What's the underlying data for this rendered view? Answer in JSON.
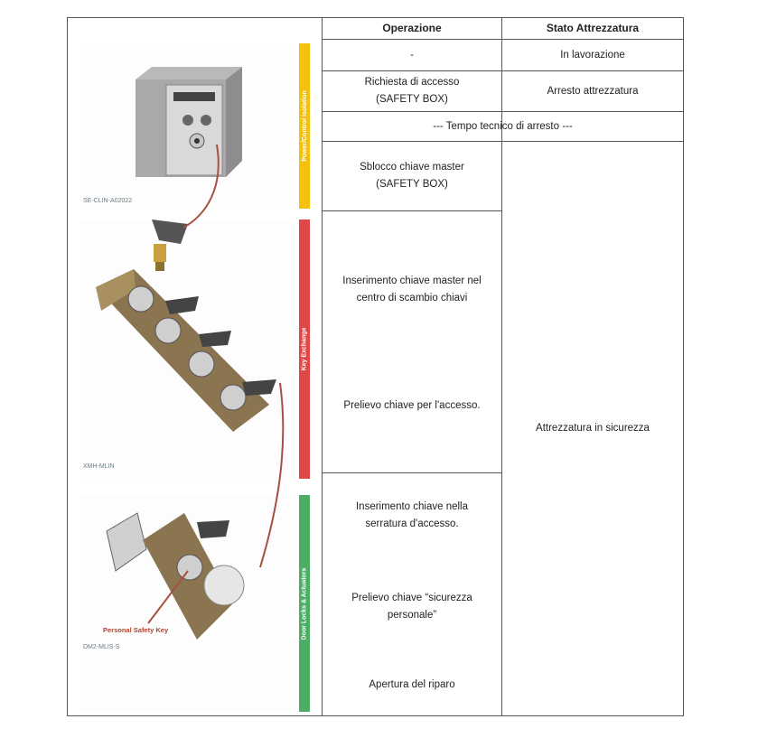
{
  "table": {
    "headers": {
      "operation": "Operazione",
      "state": "Stato Attrezzatura"
    },
    "rows": [
      {
        "operation": "-",
        "state": "In lavorazione"
      },
      {
        "operation_line1": "Richiesta di accesso",
        "operation_line2": "(SAFETY BOX)",
        "state": "Arresto attrezzatura"
      },
      {
        "full": "--- Tempo tecnico di arresto ---"
      },
      {
        "operation_line1": "Sblocco chiave master",
        "operation_line2": "(SAFETY BOX)"
      },
      {
        "operation_a_line1": "Inserimento chiave master nel",
        "operation_a_line2": "centro di scambio chiavi",
        "operation_b": "Prelievo chiave per l'accesso."
      },
      {
        "operation_a_line1": "Inserimento chiave nella",
        "operation_a_line2": "serratura d'accesso.",
        "operation_b_line1": "Prelievo chiave “sicurezza",
        "operation_b_line2": "personale”",
        "operation_c": "Apertura del riparo"
      }
    ],
    "merged_state": "Attrezzatura in sicurezza"
  },
  "figures": {
    "bars": [
      {
        "label": "Power/Control Isolation",
        "color": "#f4c20d"
      },
      {
        "label": "Key Exchange",
        "color": "#e04848"
      },
      {
        "label": "Door Locks & Actuators",
        "color": "#4cae62"
      }
    ],
    "codes": [
      "SE-CLIN-A02022",
      "XMH-MLIN",
      "DM2-MLIS-S"
    ],
    "personal_key_label": "Personal Safety Key"
  }
}
